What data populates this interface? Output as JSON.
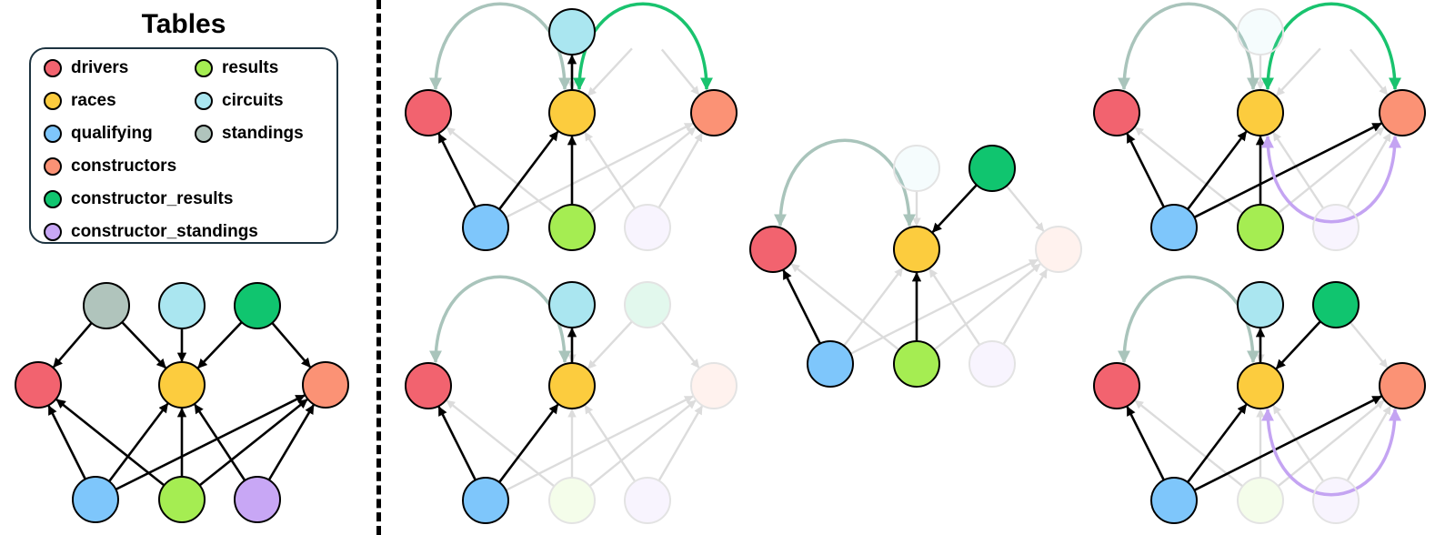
{
  "legend": {
    "title": "Tables",
    "items": [
      {
        "key": "drivers",
        "label": "drivers",
        "color": "#f2636f"
      },
      {
        "key": "results",
        "label": "results",
        "color": "#a5ed52"
      },
      {
        "key": "races",
        "label": "races",
        "color": "#fccc3e"
      },
      {
        "key": "circuits",
        "label": "circuits",
        "color": "#aae6f0"
      },
      {
        "key": "qualifying",
        "label": "qualifying",
        "color": "#7ec6fb"
      },
      {
        "key": "standings",
        "label": "standings",
        "color": "#b0c4bc"
      },
      {
        "key": "constructors",
        "label": "constructors",
        "color": "#fb9275"
      },
      {
        "key": "constructor_results",
        "label": "constructor_results",
        "color": "#10c56f"
      },
      {
        "key": "constructor_standings",
        "label": "constructor_standings",
        "color": "#c8a7f5"
      }
    ]
  },
  "colors": {
    "edge": "#000000",
    "faded_edge": "#dcdcdc",
    "standings_arc": "#a9c4bb",
    "constructor_results_arc": "#19c36e",
    "constructor_standings_arc": "#c4a4f2",
    "legend_border": "#1d3340"
  },
  "schema_graph": {
    "nodes": [
      "standings",
      "circuits",
      "constructor_results",
      "drivers",
      "races",
      "constructors",
      "qualifying",
      "results",
      "constructor_standings"
    ],
    "edges": [
      [
        "standings",
        "drivers"
      ],
      [
        "standings",
        "races"
      ],
      [
        "circuits",
        "races"
      ],
      [
        "constructor_results",
        "races"
      ],
      [
        "constructor_results",
        "constructors"
      ],
      [
        "qualifying",
        "drivers"
      ],
      [
        "qualifying",
        "races"
      ],
      [
        "qualifying",
        "constructors"
      ],
      [
        "results",
        "drivers"
      ],
      [
        "results",
        "races"
      ],
      [
        "results",
        "constructors"
      ],
      [
        "constructor_standings",
        "races"
      ],
      [
        "constructor_standings",
        "constructors"
      ]
    ]
  },
  "subgraphs": [
    {
      "id": "A",
      "active_nodes": [
        "drivers",
        "races",
        "circuits",
        "constructors",
        "qualifying",
        "results"
      ],
      "edges": [
        [
          "races",
          "circuits"
        ],
        [
          "qualifying",
          "drivers"
        ],
        [
          "qualifying",
          "races"
        ],
        [
          "results",
          "races"
        ]
      ],
      "arcs": [
        {
          "between": [
            "drivers",
            "races"
          ],
          "via": "standings"
        },
        {
          "between": [
            "races",
            "constructors"
          ],
          "via": "constructor_results"
        }
      ]
    },
    {
      "id": "B",
      "active_nodes": [
        "drivers",
        "races",
        "circuits",
        "qualifying"
      ],
      "edges": [
        [
          "races",
          "circuits"
        ],
        [
          "qualifying",
          "drivers"
        ],
        [
          "qualifying",
          "races"
        ]
      ],
      "arcs": [
        {
          "between": [
            "drivers",
            "races"
          ],
          "via": "standings"
        }
      ]
    },
    {
      "id": "C",
      "active_nodes": [
        "drivers",
        "races",
        "constructor_results",
        "qualifying",
        "results"
      ],
      "edges": [
        [
          "constructor_results",
          "races"
        ],
        [
          "qualifying",
          "drivers"
        ],
        [
          "results",
          "races"
        ]
      ],
      "arcs": [
        {
          "between": [
            "drivers",
            "races"
          ],
          "via": "standings"
        }
      ]
    },
    {
      "id": "D",
      "active_nodes": [
        "drivers",
        "races",
        "constructors",
        "qualifying",
        "results"
      ],
      "edges": [
        [
          "qualifying",
          "drivers"
        ],
        [
          "qualifying",
          "races"
        ],
        [
          "qualifying",
          "constructors"
        ],
        [
          "results",
          "races"
        ]
      ],
      "arcs": [
        {
          "between": [
            "drivers",
            "races"
          ],
          "via": "standings"
        },
        {
          "between": [
            "races",
            "constructors"
          ],
          "via": "constructor_results"
        },
        {
          "between": [
            "races",
            "constructors"
          ],
          "via": "constructor_standings"
        }
      ]
    },
    {
      "id": "E",
      "active_nodes": [
        "drivers",
        "races",
        "circuits",
        "constructor_results",
        "constructors",
        "qualifying"
      ],
      "edges": [
        [
          "races",
          "circuits"
        ],
        [
          "constructor_results",
          "races"
        ],
        [
          "qualifying",
          "drivers"
        ],
        [
          "qualifying",
          "races"
        ],
        [
          "qualifying",
          "constructors"
        ]
      ],
      "arcs": [
        {
          "between": [
            "drivers",
            "races"
          ],
          "via": "standings"
        },
        {
          "between": [
            "races",
            "constructors"
          ],
          "via": "constructor_standings"
        }
      ]
    }
  ]
}
